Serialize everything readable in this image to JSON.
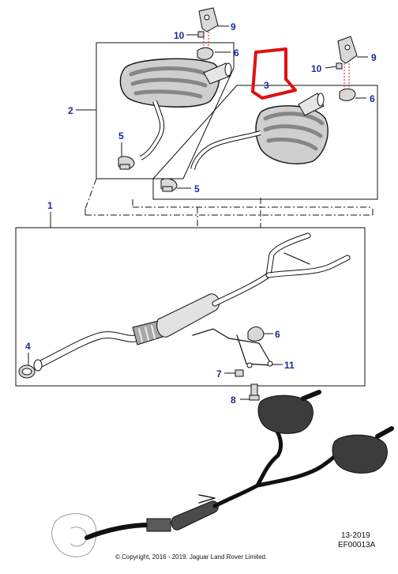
{
  "colors": {
    "callout": "#1a2a9a",
    "highlight": "#e01010",
    "line": "#111111",
    "part_fill": "#bdbdbd",
    "part_dark": "#5a5a5a"
  },
  "callouts": {
    "c9a": "9",
    "c10a": "10",
    "c6a": "6",
    "c2": "2",
    "c5a": "5",
    "c3": "3",
    "c10b": "10",
    "c9b": "9",
    "c6b": "6",
    "c5b": "5",
    "c1": "1",
    "c4": "4",
    "c6c": "6",
    "c7": "7",
    "c11": "11",
    "c8": "8"
  },
  "footer": {
    "date_code": "13-2019",
    "figure_code": "EF00013A",
    "copyright": "© Copyright, 2016 - 2019. Jaguar Land Rover Limited."
  }
}
